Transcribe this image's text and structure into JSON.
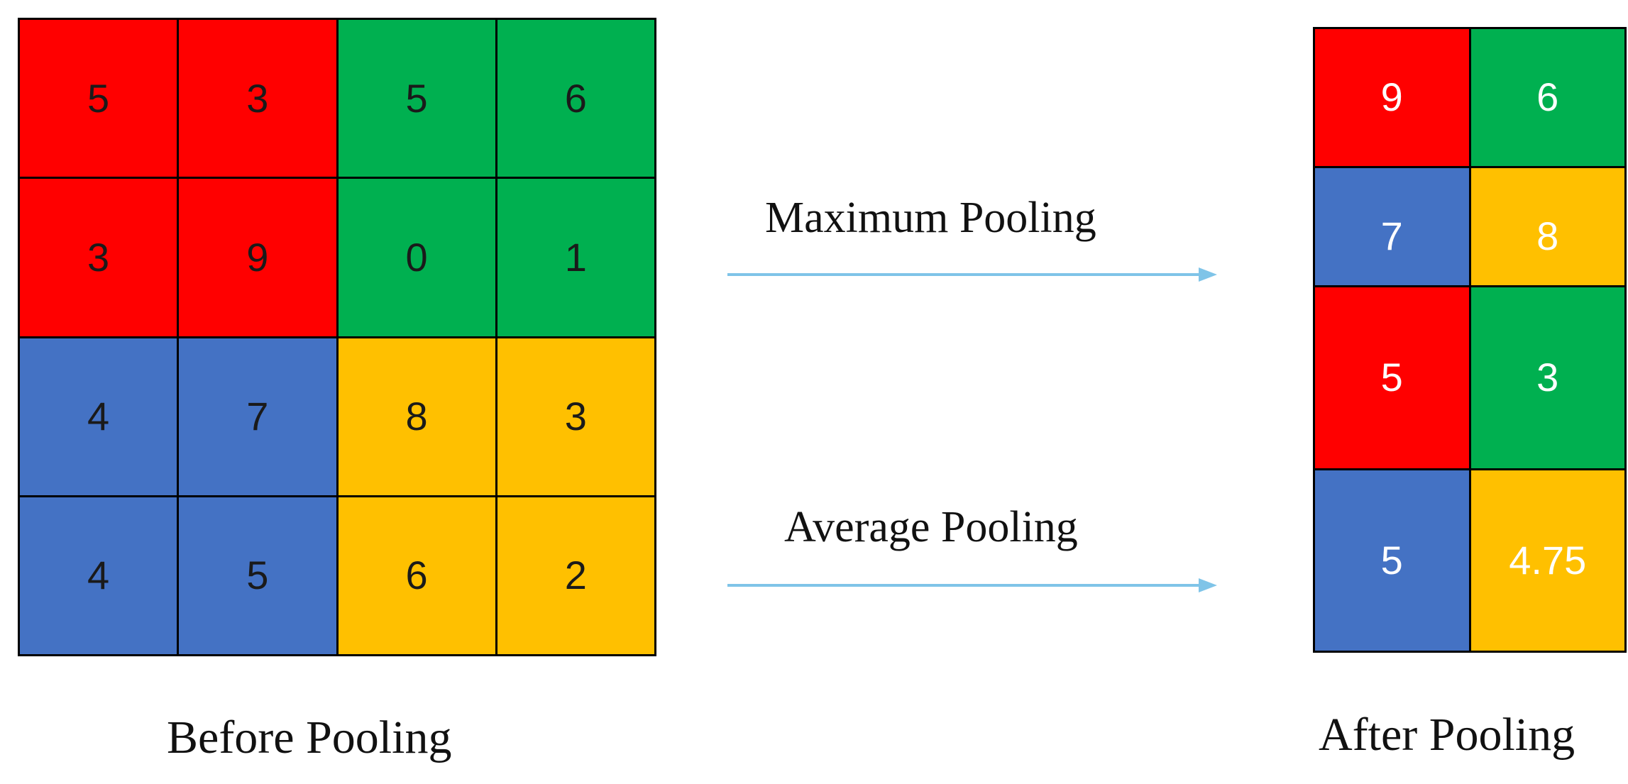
{
  "input_grid": {
    "caption": "Before Pooling",
    "rows": [
      [
        {
          "value": "5",
          "color": "#ff0000"
        },
        {
          "value": "3",
          "color": "#ff0000"
        },
        {
          "value": "5",
          "color": "#00b050"
        },
        {
          "value": "6",
          "color": "#00b050"
        }
      ],
      [
        {
          "value": "3",
          "color": "#ff0000"
        },
        {
          "value": "9",
          "color": "#ff0000"
        },
        {
          "value": "0",
          "color": "#00b050"
        },
        {
          "value": "1",
          "color": "#00b050"
        }
      ],
      [
        {
          "value": "4",
          "color": "#4472c4"
        },
        {
          "value": "7",
          "color": "#4472c4"
        },
        {
          "value": "8",
          "color": "#ffc000"
        },
        {
          "value": "3",
          "color": "#ffc000"
        }
      ],
      [
        {
          "value": "4",
          "color": "#4472c4"
        },
        {
          "value": "5",
          "color": "#4472c4"
        },
        {
          "value": "6",
          "color": "#ffc000"
        },
        {
          "value": "2",
          "color": "#ffc000"
        }
      ]
    ]
  },
  "operations": {
    "max": {
      "label": "Maximum Pooling"
    },
    "avg": {
      "label": "Average Pooling"
    }
  },
  "max_grid": {
    "rows": [
      [
        {
          "value": "9",
          "color": "#ff0000"
        },
        {
          "value": "6",
          "color": "#00b050"
        }
      ],
      [
        {
          "value": "7",
          "color": "#4472c4"
        },
        {
          "value": "8",
          "color": "#ffc000"
        }
      ]
    ]
  },
  "avg_grid": {
    "rows": [
      [
        {
          "value": "5",
          "color": "#ff0000"
        },
        {
          "value": "3",
          "color": "#00b050"
        }
      ],
      [
        {
          "value": "5",
          "color": "#4472c4"
        },
        {
          "value": "4.75",
          "color": "#ffc000"
        }
      ]
    ]
  },
  "output_caption": "After Pooling",
  "colors": {
    "red": "#ff0000",
    "green": "#00b050",
    "blue": "#4472c4",
    "gold": "#ffc000",
    "arrow": "#7fc4e8"
  }
}
